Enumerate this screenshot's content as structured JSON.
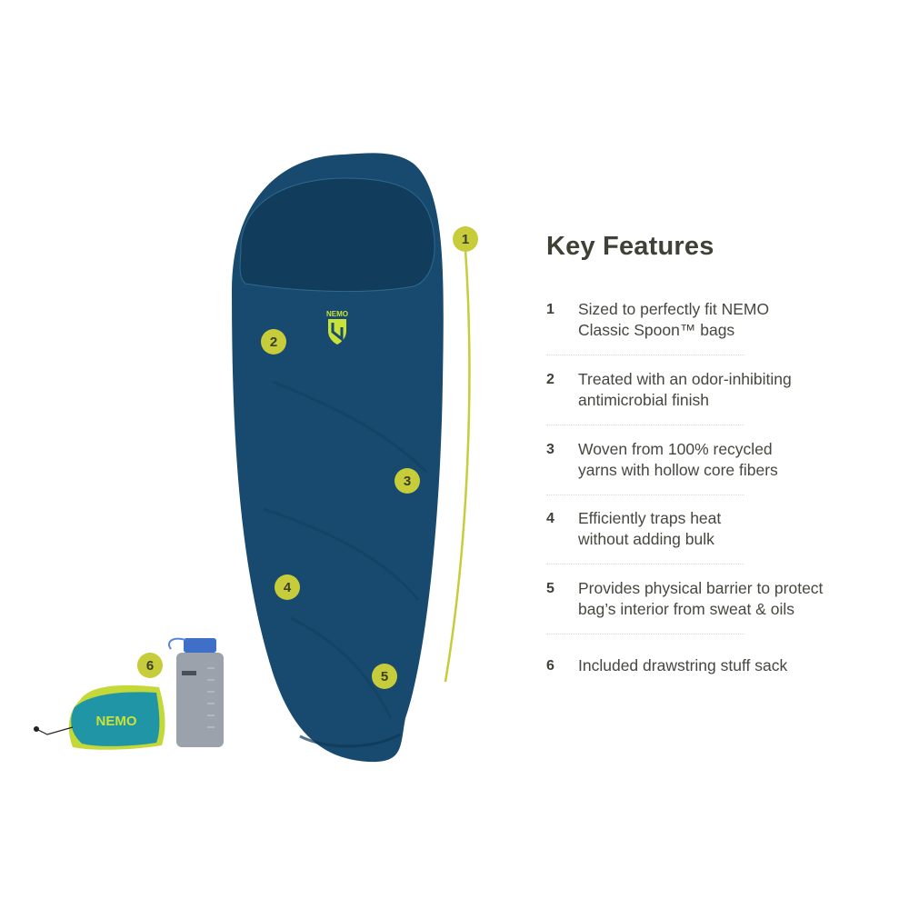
{
  "features": {
    "title": "Key Features",
    "items": [
      {
        "num": "1",
        "line1": "Sized to perfectly fit NEMO",
        "line2": "Classic Spoon™ bags"
      },
      {
        "num": "2",
        "line1": "Treated with an odor-inhibiting",
        "line2": "antimicrobial finish"
      },
      {
        "num": "3",
        "line1": "Woven from 100% recycled",
        "line2": "yarns with hollow core fibers"
      },
      {
        "num": "4",
        "line1": "Efficiently traps heat",
        "line2": "without adding bulk"
      },
      {
        "num": "5",
        "line1": "Provides physical barrier to protect",
        "line2": "bag’s interior from sweat & oils"
      },
      {
        "num": "6",
        "line1": "Included drawstring stuff sack",
        "line2": ""
      }
    ]
  },
  "markers": [
    "1",
    "2",
    "3",
    "4",
    "5",
    "6"
  ],
  "logo": {
    "liner_brand": "NEMO",
    "sack_brand": "NEMO"
  },
  "colors": {
    "liner": "#174a6e",
    "accent": "#c6cc3a",
    "sack": "#1f95a5",
    "text": "#3e4236"
  }
}
